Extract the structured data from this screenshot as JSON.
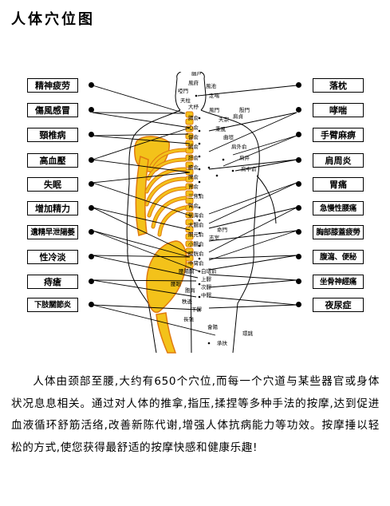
{
  "title": "人体穴位图",
  "colors": {
    "bone": "#f3c21a",
    "bone_dark": "#e07a10",
    "line": "#000000"
  },
  "left_labels": [
    "精神疲劳",
    "傷風感冒",
    "頸椎病",
    "高血壓",
    "失眠",
    "增加精力",
    "遺精早泄陽萎",
    "性冷淡",
    "痔瘡",
    "下肢關節炎"
  ],
  "right_labels": [
    "落枕",
    "哮喘",
    "手臂麻痹",
    "肩周炎",
    "胃痛",
    "急慢性腰痛",
    "胸部膝蓋疲勞",
    "腹瀉、便秘",
    "坐骨神經痛",
    "夜尿症"
  ],
  "acupoints": [
    "腦戶",
    "風府",
    "啞門",
    "風池",
    "天柱",
    "定喘",
    "大杼",
    "風門",
    "肺俞",
    "心俞",
    "督俞",
    "膈俞",
    "肝俞",
    "膽俞",
    "脾俞",
    "胃俞",
    "三焦俞",
    "腎俞",
    "氣海俞",
    "大腸俞",
    "關元俞",
    "小腸俞",
    "膀胱俞",
    "中膂俞",
    "白環俞",
    "上髎",
    "次髎",
    "中髎",
    "下髎",
    "長強",
    "會陽",
    "承扶",
    "殷門",
    "肩井",
    "天宗",
    "肩貞",
    "秉風",
    "曲垣",
    "肩外俞",
    "肩中俞",
    "命門",
    "志室",
    "腰陽關",
    "腰眼",
    "環跳",
    "秩邊",
    "胞肓"
  ],
  "paragraph": "人体由颈部至腰,大约有650个穴位,而每一个穴道与某些器官或身体状况息息相关。通过对人体的推拿,指压,揉捏等多种手法的按摩,达到促进血液循环舒筋活络,改善新陈代谢,增强人体抗病能力等功效。按摩捶以轻松的方式,使您获得最舒适的按摩快感和健康乐趣!"
}
